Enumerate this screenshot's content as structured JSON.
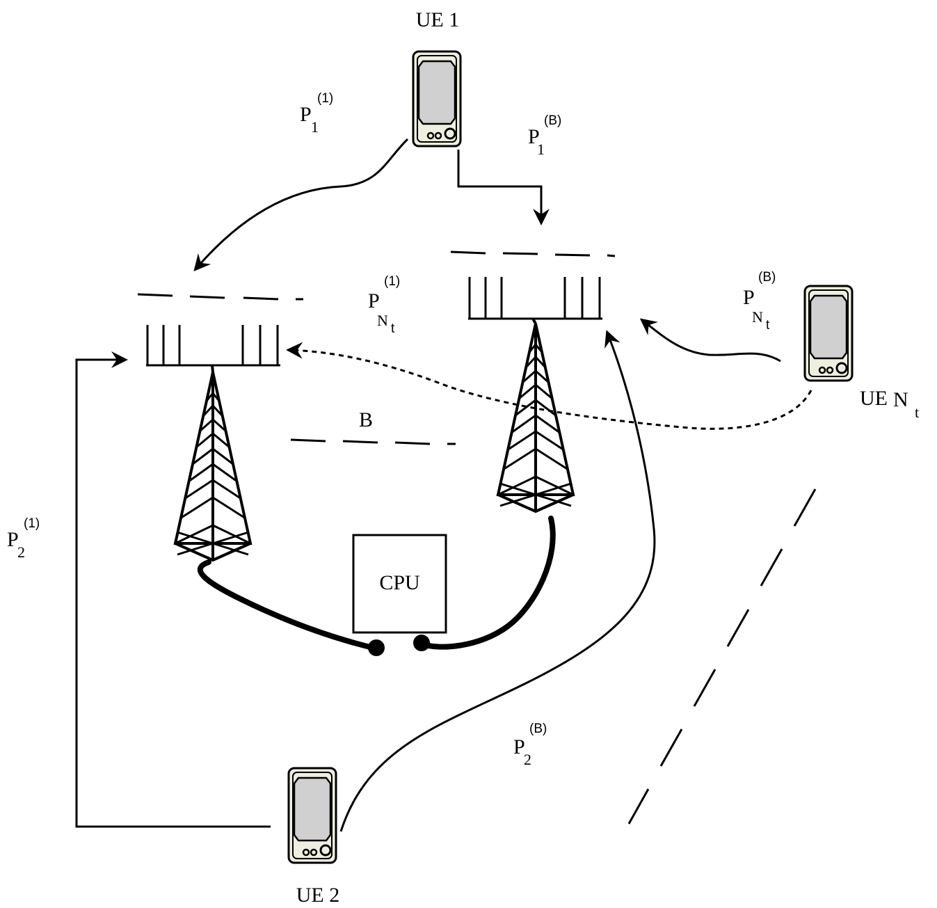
{
  "devices": {
    "ue1": "UE 1",
    "ue2": "UE 2",
    "uent_prefix": "UE",
    "uent_symbol": "N",
    "uent_sub": "t"
  },
  "cpu": {
    "label": "CPU"
  },
  "annotations": {
    "b_label": "B"
  },
  "powers": {
    "p1_1": {
      "base": "P",
      "sub": "1",
      "sup": "(1)"
    },
    "p1_b": {
      "base": "P",
      "sub": "1",
      "sup": "(B)"
    },
    "pnt_1": {
      "base": "P",
      "sub": "N",
      "subsub": "t",
      "sup": "(1)"
    },
    "pnt_b": {
      "base": "P",
      "sub": "N",
      "subsub": "t",
      "sup": "(B)"
    },
    "p2_1": {
      "base": "P",
      "sub": "2",
      "sup": "(1)"
    },
    "p2_b": {
      "base": "P",
      "sub": "2",
      "sup": "(B)"
    }
  },
  "colors": {
    "ink": "#000000",
    "phone_body": "#efefdf",
    "phone_screen": "#d0d0d0"
  }
}
